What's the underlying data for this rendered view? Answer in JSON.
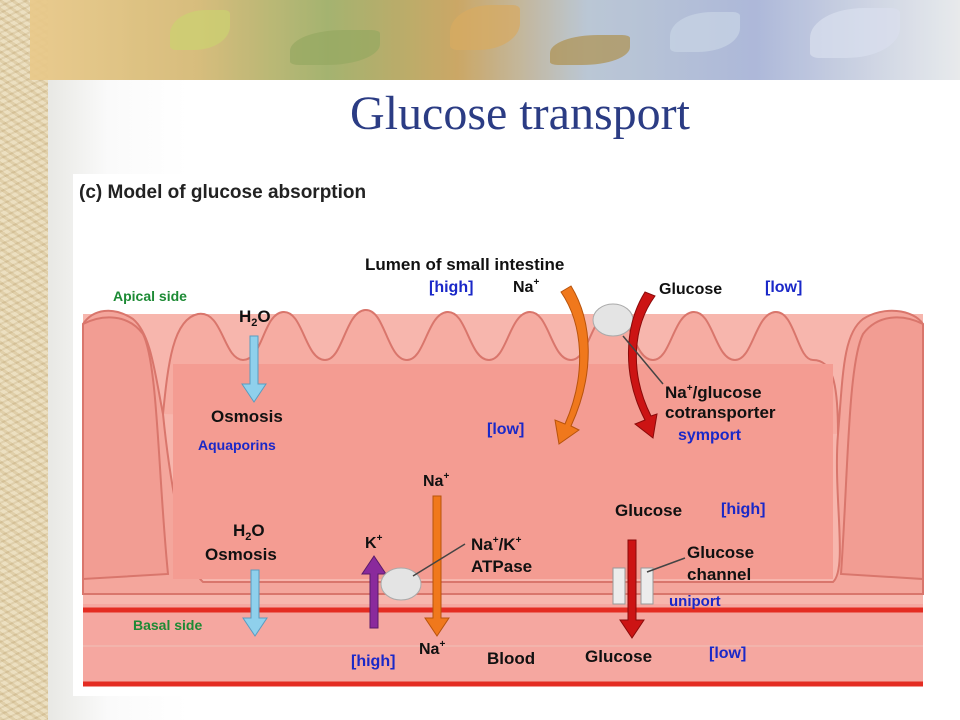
{
  "slide": {
    "title": "Glucose transport"
  },
  "diagram": {
    "heading": "(c) Model of glucose absorption",
    "lumen_label": "Lumen of small intestine",
    "apical_label": "Apical side",
    "basal_label": "Basal side",
    "blood_label": "Blood",
    "water_top": {
      "h": "H",
      "sub": "2",
      "o": "O"
    },
    "osmosis_top": "Osmosis",
    "aquaporins": "Aquaporins",
    "water_bottom": {
      "h": "H",
      "sub": "2",
      "o": "O"
    },
    "osmosis_bottom": "Osmosis",
    "symporter": {
      "conc_high": "[high]",
      "na": "Na",
      "na_charge": "+",
      "glucose": "Glucose",
      "conc_low_right": "[low]",
      "conc_low_left": "[low]",
      "name_line1_na": "Na",
      "name_line1_charge": "+",
      "name_line1_rest": "/glucose",
      "name_line2": "cotransporter",
      "type": "symport"
    },
    "pump": {
      "na_top": "Na",
      "na_top_charge": "+",
      "k": "K",
      "k_charge": "+",
      "name_line1_na": "Na",
      "name_line1_na_charge": "+",
      "name_line1_slash": "/K",
      "name_line1_k_charge": "+",
      "name_line2": "ATPase",
      "conc_high": "[high]",
      "na_bottom": "Na",
      "na_bottom_charge": "+"
    },
    "channel": {
      "glucose_top": "Glucose",
      "conc_high": "[high]",
      "name_line1": "Glucose",
      "name_line2": "channel",
      "type": "uniport",
      "glucose_bottom": "Glucose",
      "conc_low": "[low]"
    },
    "colors": {
      "label_green": "#1c8a34",
      "label_blue": "#1a28c8",
      "cell_fill": "#f1978f",
      "blood_band": "#e42c22",
      "na_arrow": "#f0781c",
      "glucose_arrow": "#cc1414",
      "water_arrow": "#8fd0ec",
      "k_arrow": "#8a2a9c"
    }
  }
}
